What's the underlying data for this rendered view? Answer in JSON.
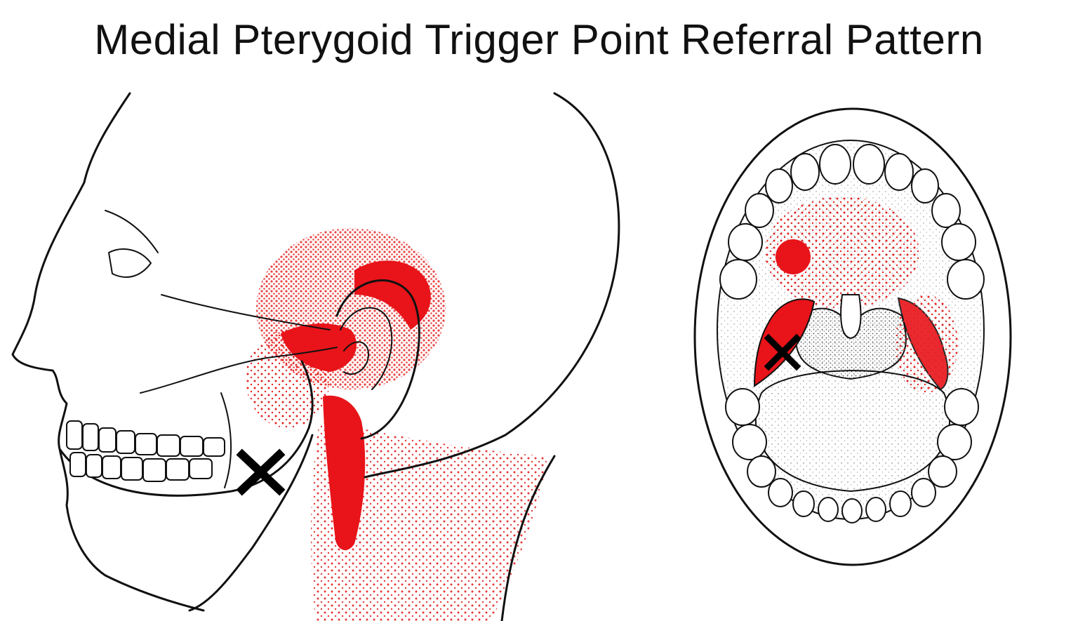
{
  "title": "Medial Pterygoid Trigger Point Referral Pattern",
  "colors": {
    "referral_red": "#e8141a",
    "stipple_red": "#e52222",
    "line_ink": "#111111",
    "trigger_mark": "#000000"
  },
  "figures": [
    {
      "name": "lateral-head-view",
      "trigger_point_marker": "x-mark",
      "referral_zones": [
        "ear",
        "temporomandibular-joint",
        "throat-neck"
      ]
    },
    {
      "name": "open-mouth-view",
      "trigger_point_marker": "x-mark",
      "referral_zones": [
        "hard-palate",
        "medial-pterygoid-region",
        "tonsillar-pillar"
      ]
    }
  ]
}
